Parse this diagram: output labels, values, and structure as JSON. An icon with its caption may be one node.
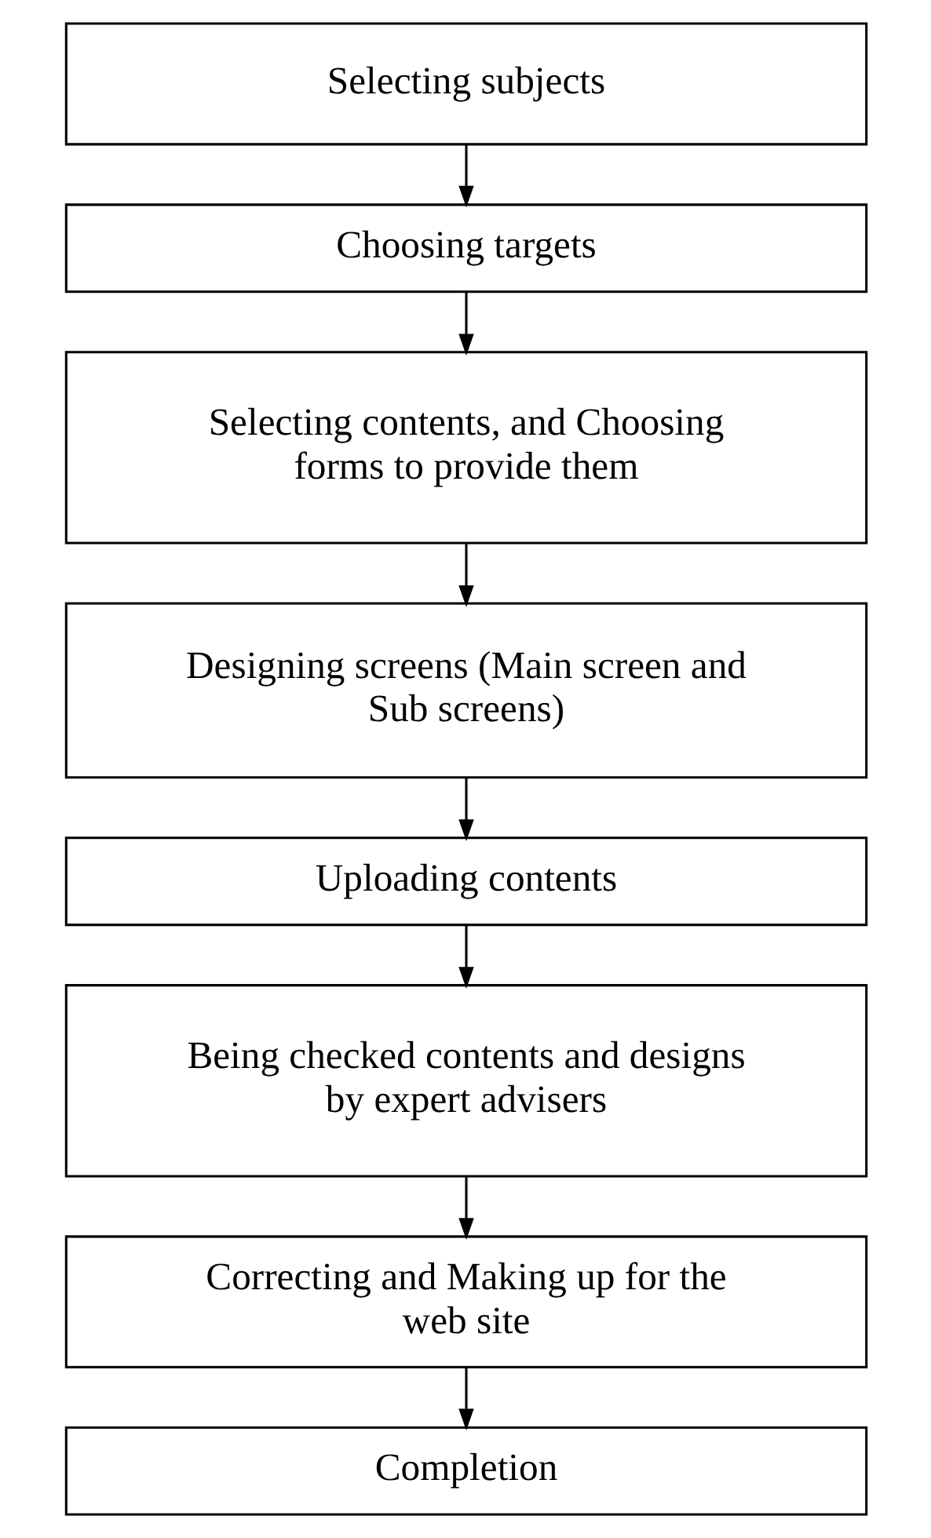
{
  "diagram": {
    "nodes": [
      {
        "text": [
          "Selecting subjects"
        ]
      },
      {
        "text": [
          "Choosing targets"
        ]
      },
      {
        "text": [
          "Selecting contents, and Choosing forms to provide them"
        ]
      },
      {
        "text": [
          "Designing screens (Main screen and Sub screens)"
        ]
      },
      {
        "text": [
          "Uploading contents"
        ]
      },
      {
        "text": [
          "Being checked contents and designs by expert advisers"
        ]
      },
      {
        "text": [
          "Correcting and Making up for the web site"
        ]
      },
      {
        "text": [
          "Completion"
        ]
      }
    ],
    "edges": [
      {
        "from": 0,
        "to": 1,
        "arrow": "to"
      },
      {
        "from": 1,
        "to": 2,
        "arrow": "to"
      },
      {
        "from": 2,
        "to": 3,
        "arrow": "to"
      },
      {
        "from": 3,
        "to": 4,
        "arrow": "to"
      },
      {
        "from": 4,
        "to": 5,
        "arrow": "to"
      },
      {
        "from": 5,
        "to": 6,
        "arrow": "to"
      },
      {
        "from": 6,
        "to": 7,
        "arrow": "to"
      }
    ]
  }
}
